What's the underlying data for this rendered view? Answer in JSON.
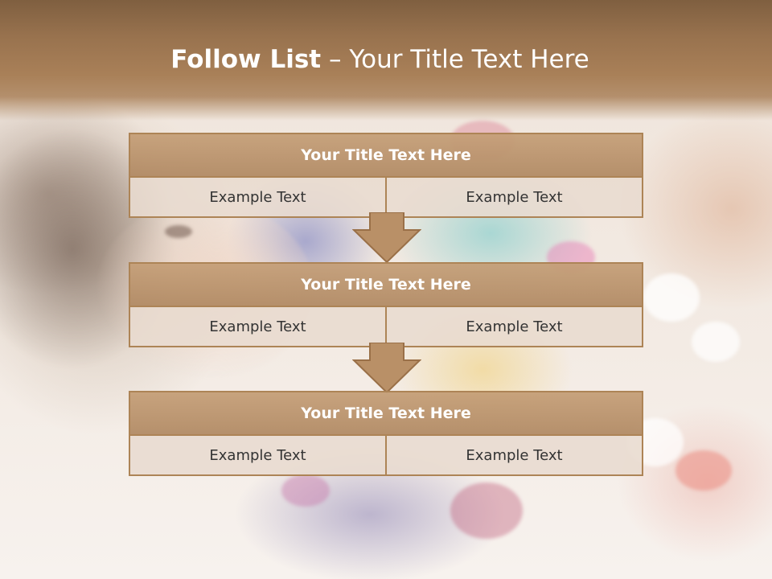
{
  "slide": {
    "title_strong": "Follow List",
    "title_rest": " – Your Title Text Here"
  },
  "follow_list": {
    "items": [
      {
        "title": "Your Title Text Here",
        "left_text": "Example Text",
        "right_text": "Example Text"
      },
      {
        "title": "Your Title Text Here",
        "left_text": "Example Text",
        "right_text": "Example Text"
      },
      {
        "title": "Your Title Text Here",
        "left_text": "Example Text",
        "right_text": "Example Text"
      }
    ]
  },
  "colors": {
    "header": "#a98058",
    "block_title": "#b88e63",
    "cell": "#e8dbcf",
    "border": "#ad8456",
    "arrow": "#b99067"
  }
}
